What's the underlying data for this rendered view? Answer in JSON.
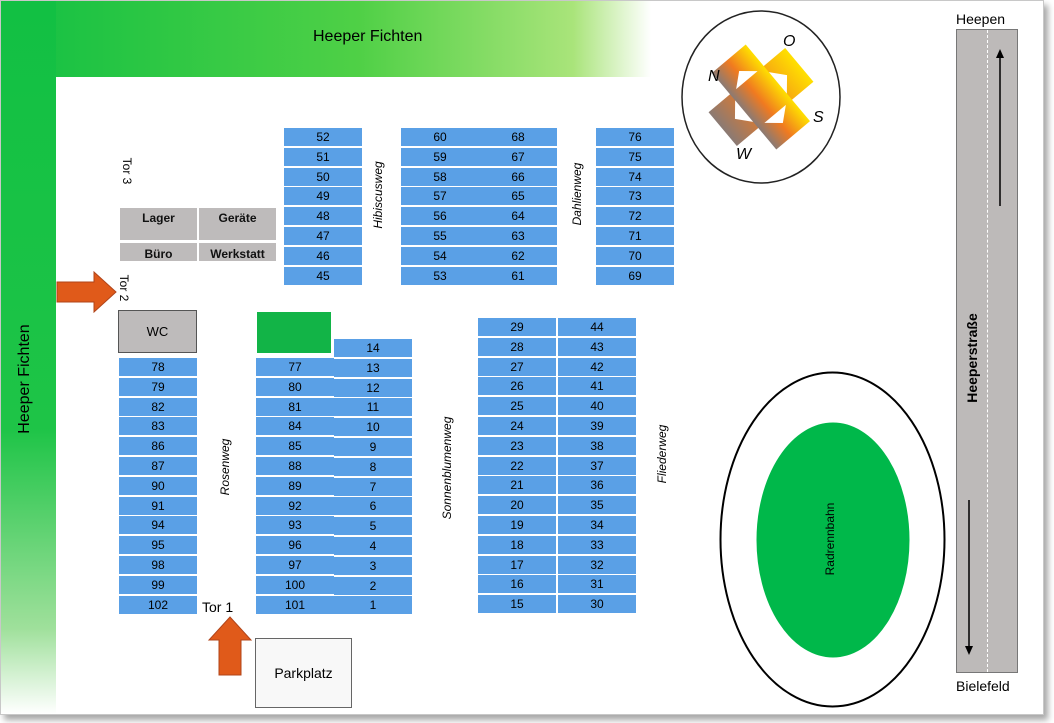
{
  "forest": {
    "top_label": "Heeper Fichten",
    "left_label": "Heeper Fichten"
  },
  "gates": {
    "tor1": "Tor 1",
    "tor2": "Tor 2",
    "tor3": "Tor 3"
  },
  "buildings": {
    "lager": "Lager",
    "geraete": "Geräte",
    "buero": "Büro",
    "werkstatt": "Werkstatt",
    "wc": "WC",
    "parkplatz": "Parkplatz"
  },
  "paths": {
    "hibiscus": "Hibiscusweg",
    "dahlien": "Dahlienweg",
    "rosen": "Rosenweg",
    "sonnenblumen": "Sonnenblumenweg",
    "flieder": "Fliederweg"
  },
  "compass": {
    "n": "N",
    "o": "O",
    "s": "S",
    "w": "W"
  },
  "road": {
    "name": "Heeperstraße",
    "north_town": "Heepen",
    "south_town": "Bielefeld"
  },
  "track_label": "Radrennbahn",
  "colors": {
    "plot": "#5aa0e6",
    "forest": "#12c043",
    "building": "#bebbbb",
    "track_green": "#00b84a",
    "arrow": "#e05a1a"
  },
  "plot_columns": [
    {
      "name": "hibiscus-col",
      "plots": [
        "52",
        "51",
        "50",
        "49",
        "48",
        "47",
        "46",
        "45"
      ]
    },
    {
      "name": "block-60",
      "plots": [
        "60",
        "59",
        "58",
        "57",
        "56",
        "55",
        "54",
        "53"
      ]
    },
    {
      "name": "block-68",
      "plots": [
        "68",
        "67",
        "66",
        "65",
        "64",
        "63",
        "62",
        "61"
      ]
    },
    {
      "name": "dahlien-col",
      "plots": [
        "76",
        "75",
        "74",
        "73",
        "72",
        "71",
        "70",
        "69"
      ]
    },
    {
      "name": "rosen-left",
      "plots": [
        "78",
        "79",
        "82",
        "83",
        "86",
        "87",
        "90",
        "91",
        "94",
        "95",
        "98",
        "99",
        "102"
      ]
    },
    {
      "name": "rosen-mid",
      "plots": [
        "77",
        "80",
        "81",
        "84",
        "85",
        "88",
        "89",
        "92",
        "93",
        "96",
        "97",
        "100",
        "101"
      ]
    },
    {
      "name": "rosen-right",
      "plots": [
        "14",
        "13",
        "12",
        "11",
        "10",
        "9",
        "8",
        "7",
        "6",
        "5",
        "4",
        "3",
        "2",
        "1"
      ]
    },
    {
      "name": "sonnen-col",
      "plots": [
        "29",
        "28",
        "27",
        "26",
        "25",
        "24",
        "23",
        "22",
        "21",
        "20",
        "19",
        "18",
        "17",
        "16",
        "15"
      ]
    },
    {
      "name": "flieder-col",
      "plots": [
        "44",
        "43",
        "42",
        "41",
        "40",
        "39",
        "38",
        "37",
        "36",
        "35",
        "34",
        "33",
        "32",
        "31",
        "30"
      ]
    }
  ]
}
